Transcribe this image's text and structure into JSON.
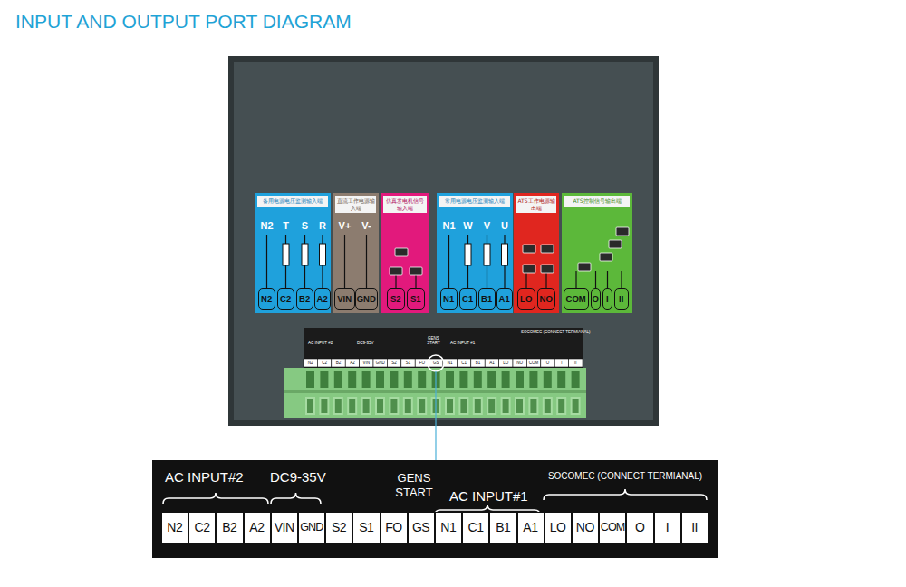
{
  "diagram": {
    "title": "INPUT AND OUTPUT PORT DIAGRAM",
    "nodes": [
      {
        "text": [
          "备用电源电压监测输入端"
        ]
      },
      {
        "text": [
          "N2"
        ],
        "in": 0
      },
      {
        "text": [
          "C2"
        ],
        "in": 0
      },
      {
        "text": [
          "B2"
        ],
        "in": 0
      },
      {
        "text": [
          "A2"
        ],
        "in": 0
      },
      {
        "text": [
          "直流工作电源输入端"
        ]
      },
      {
        "text": [
          "VIN"
        ],
        "in": 5
      },
      {
        "text": [
          "GND"
        ],
        "in": 5
      },
      {
        "text": [
          "仿真发电机信号输入端"
        ]
      },
      {
        "text": [
          "S2"
        ],
        "in": 8
      },
      {
        "text": [
          "S1"
        ],
        "in": 8
      },
      {
        "text": [
          "常用电源电压监测输入端"
        ]
      },
      {
        "text": [
          "N1"
        ],
        "in": 11
      },
      {
        "text": [
          "C1"
        ],
        "in": 11
      },
      {
        "text": [
          "B1"
        ],
        "in": 11
      },
      {
        "text": [
          "A1"
        ],
        "in": 11
      },
      {
        "text": [
          "ATS工作电源输出端"
        ]
      },
      {
        "text": [
          "LO"
        ],
        "in": 16
      },
      {
        "text": [
          "NO"
        ],
        "in": 16
      },
      {
        "text": [
          "ATS控制信号输出端"
        ]
      },
      {
        "text": [
          "COM"
        ],
        "in": 19
      },
      {
        "text": [
          "O"
        ],
        "in": 19
      },
      {
        "text": [
          "I"
        ],
        "in": 19
      },
      {
        "text": [
          "II"
        ],
        "in": 19
      },
      {
        "text": [
          "AC INPUT#2",
          "DC9-35V",
          "GENS START",
          "AC INPUT#1",
          "SOCOMEC (CONNECT TERMIANAL)"
        ]
      },
      {
        "text": [
          "N2"
        ],
        "in": 24
      },
      {
        "text": [
          "C2"
        ],
        "in": 24
      },
      {
        "text": [
          "B2"
        ],
        "in": 24
      },
      {
        "text": [
          "A2"
        ],
        "in": 24
      },
      {
        "text": [
          "VIN"
        ],
        "in": 24
      },
      {
        "text": [
          "GND"
        ],
        "in": 24
      },
      {
        "text": [
          "S2"
        ],
        "in": 24
      },
      {
        "text": [
          "S1"
        ],
        "in": 24
      },
      {
        "text": [
          "FO"
        ],
        "in": 24
      },
      {
        "text": [
          "GS"
        ],
        "in": 24
      },
      {
        "text": [
          "N1"
        ],
        "in": 24
      },
      {
        "text": [
          "C1"
        ],
        "in": 24
      },
      {
        "text": [
          "B1"
        ],
        "in": 24
      },
      {
        "text": [
          "A1"
        ],
        "in": 24
      },
      {
        "text": [
          "LO"
        ],
        "in": 24
      },
      {
        "text": [
          "NO"
        ],
        "in": 24
      },
      {
        "text": [
          "COM"
        ],
        "in": 24
      },
      {
        "text": [
          "O"
        ],
        "in": 24
      },
      {
        "text": [
          "I"
        ],
        "in": 24
      },
      {
        "text": [
          "II"
        ],
        "in": 24
      }
    ],
    "labels": [
      "N2",
      "T",
      "S",
      "R",
      "V+",
      "V-",
      "N1",
      "W",
      "V",
      "U",
      "AC INPUT #2",
      "DC9-35V",
      "GENS START",
      "AC INPUT #1",
      "SOCOMEC (CONNECT TERMIANAL)",
      "N2",
      "C2",
      "B2",
      "A2",
      "VIN",
      "GND",
      "S2",
      "S1",
      "FO",
      "GS",
      "N1",
      "C1",
      "B1",
      "A1",
      "LO",
      "NO",
      "COM",
      "O",
      "I",
      "II"
    ]
  }
}
